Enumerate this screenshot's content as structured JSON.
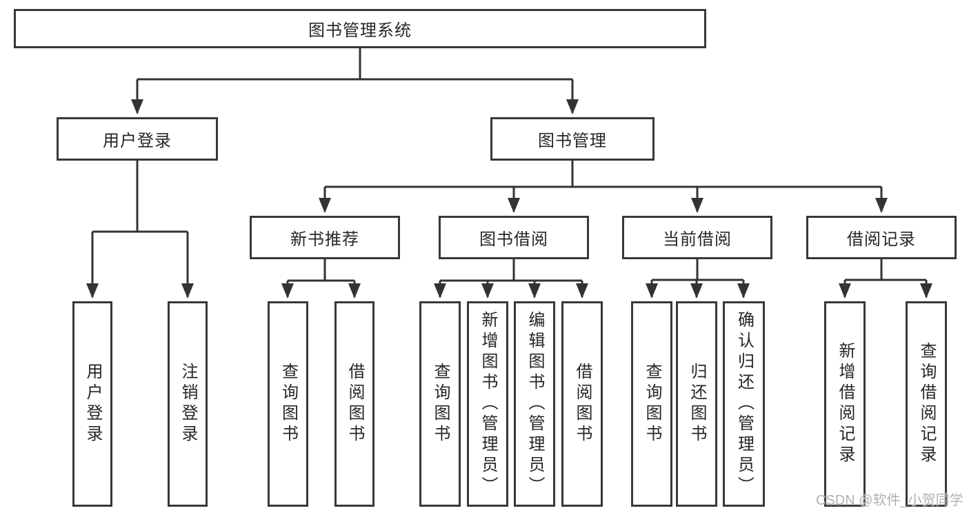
{
  "tree": {
    "label": "图书管理系统",
    "children": [
      {
        "label": "用户登录",
        "children": [
          {
            "label": "用户登录"
          },
          {
            "label": "注销登录"
          }
        ]
      },
      {
        "label": "图书管理",
        "children": [
          {
            "label": "新书推荐",
            "children": [
              {
                "label": "查询图书"
              },
              {
                "label": "借阅图书"
              }
            ]
          },
          {
            "label": "图书借阅",
            "children": [
              {
                "label": "查询图书"
              },
              {
                "label": "新增图书（管理员）"
              },
              {
                "label": "编辑图书（管理员）"
              },
              {
                "label": "借阅图书"
              }
            ]
          },
          {
            "label": "当前借阅",
            "children": [
              {
                "label": "查询图书"
              },
              {
                "label": "归还图书"
              },
              {
                "label": "确认归还（管理员）"
              }
            ]
          },
          {
            "label": "借阅记录",
            "children": [
              {
                "label": "新增借阅记录"
              },
              {
                "label": "查询借阅记录"
              }
            ]
          }
        ]
      }
    ]
  },
  "watermark": {
    "text": "CSDN @软件_小贺同学"
  },
  "colors": {
    "line": "#333333",
    "box_border": "#383838",
    "box_fill": "#ffffff",
    "text": "#262626",
    "watermark": "#b3b0b0",
    "background": "#ffffff"
  }
}
